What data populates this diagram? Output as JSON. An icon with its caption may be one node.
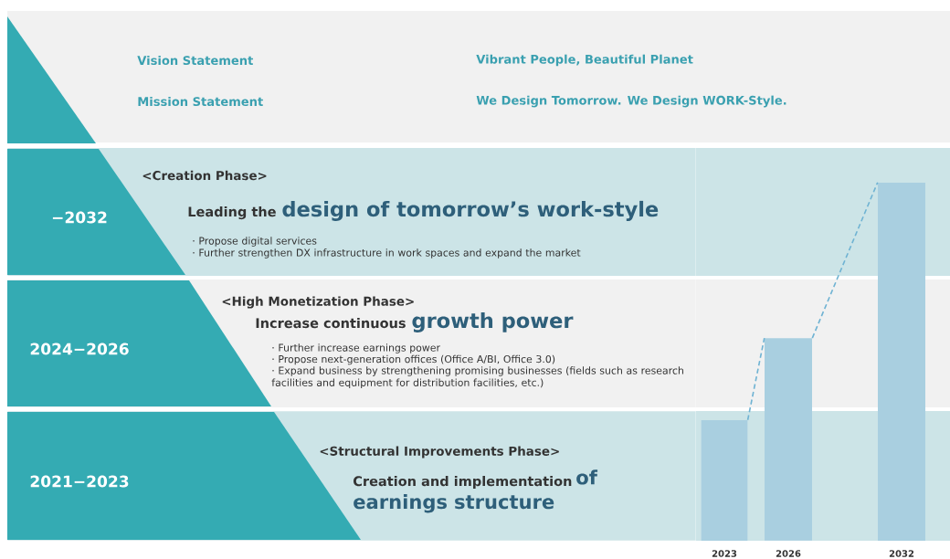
{
  "diagram": {
    "nodes": [
      {
        "text": [
          "Vision Statement",
          "Vibrant People, Beautiful Planet",
          "Mission Statement",
          "We Design Tomorrow. We Design WORK-Style."
        ]
      },
      {
        "text": [
          "<Creation Phase>",
          "Leading the",
          "design of tomorrow’s work-style",
          "· Propose digital services",
          "· Further strengthen DX infrastructure in work spaces and expand the market"
        ]
      },
      {
        "text": [
          "−2032"
        ],
        "in": 1
      },
      {
        "text": [
          "<High Monetization Phase>",
          "Increase continuous",
          "growth power",
          "· Further increase earnings power",
          "· Propose next-generation offices (Office A/BI, Office 3.0)",
          "· Expand business by strengthening promising businesses (fields such as research facilities and equipment for distribution facilities, etc.)"
        ]
      },
      {
        "text": [
          "2024−2026"
        ],
        "in": 3
      },
      {
        "text": [
          "<Structural Improvements Phase>",
          "Creation and implementation",
          "of earnings structure"
        ]
      },
      {
        "text": [
          "2021−2023"
        ],
        "in": 5
      },
      {
        "text": [],
        "shape": "bar",
        "beside": [
          "2023"
        ]
      },
      {
        "text": [],
        "shape": "bar",
        "beside": [
          "2026"
        ]
      },
      {
        "text": [],
        "shape": "bar",
        "beside": [
          "2032"
        ]
      }
    ],
    "edges": [
      {
        "from": 7,
        "to": 8,
        "arrow": "none",
        "style": "dashed"
      },
      {
        "from": 8,
        "to": 9,
        "arrow": "none",
        "style": "dashed"
      }
    ]
  }
}
